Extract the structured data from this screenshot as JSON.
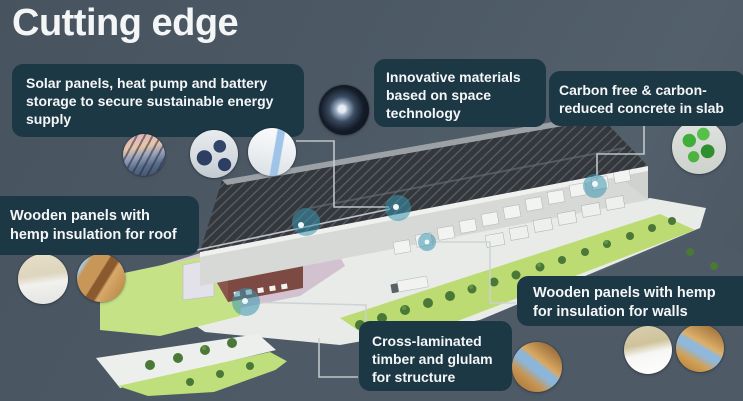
{
  "title": "Cutting edge",
  "callouts": {
    "solar_energy": "Solar panels, heat pump and battery storage to secure sustainable energy supply",
    "innovative_materials": "Innovative materials based on space technology",
    "carbon_concrete": "Carbon free & carbon-reduced concrete in slab",
    "roof_insulation": "Wooden panels with hemp insulation for roof",
    "wall_insulation": "Wooden panels with hemp for insulation for walls",
    "timber_structure": "Cross-laminated timber and glulam for structure"
  },
  "photos": {
    "solar_sunset": "solar-panels-at-sunset",
    "heat_pumps": "heat-pump-units",
    "battery": "battery-storage-cabinet",
    "satellite": "space-technology-satellite",
    "leaves": "green-leaves",
    "hemp_roof": "hemp-insulation-panel",
    "wood_interior": "wooden-roof-interior",
    "timber_structure": "cross-laminated-timber-beams",
    "wall_panel": "hemp-wall-panel",
    "wood_interior_2": "wooden-wall-interior"
  },
  "scene": {
    "subject": "logistics-warehouse-3d-render",
    "highlight_marker_count": 5
  },
  "colors": {
    "bg": "#4b5763",
    "callout_bg": "#1d3845",
    "text": "#f4f6f7",
    "accent_teal": "#3a96af",
    "grass": "#c6e287",
    "roof_panels": "#34383c"
  }
}
